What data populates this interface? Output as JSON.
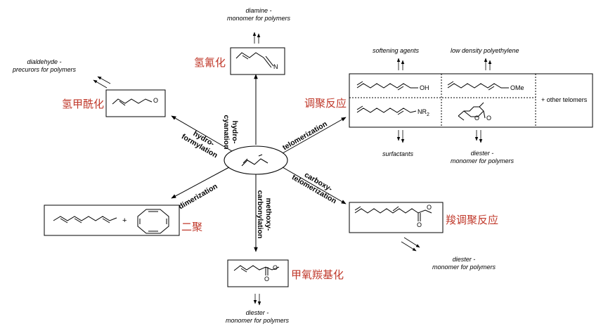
{
  "center": {
    "molecule_icon": "butadiene-molecule"
  },
  "reactions": {
    "hydrocyanation": {
      "label_line1": "hydro-",
      "label_line2": "cyanation",
      "cn_label": "氢氰化",
      "product_atom": "N",
      "use_line1": "diamine -",
      "use_line2": "monomer for polymers"
    },
    "hydroformylation": {
      "label_line1": "hydro-",
      "label_line2": "formylation",
      "cn_label": "氢甲酰化",
      "product_atom": "O",
      "use_line1": "dialdehyde -",
      "use_line2": "precurors for polymers"
    },
    "telomerization": {
      "label": "telomerization",
      "cn_label": "调聚反应",
      "products": {
        "alcohol": "OH",
        "ether": "OMe",
        "amine": "NR",
        "amine_sub": "2",
        "lactone_o1": "O",
        "lactone_o2": "O"
      },
      "other": "+ other telomers",
      "uses": {
        "softening": "softening agents",
        "ldpe": "low density polyethylene",
        "surfactants": "surfactants",
        "diester_line1": "diester -",
        "diester_line2": "monomer for polymers"
      }
    },
    "dimerization": {
      "label": "dimerization",
      "cn_label": "二聚",
      "plus": "+"
    },
    "methoxycarbonylation": {
      "label_line1": "methoxy-",
      "label_line2": "carbonylation",
      "cn_label": "甲氧羰基化",
      "o_double": "O",
      "o_ester": "O",
      "use_line1": "diester -",
      "use_line2": "monomer for polymers"
    },
    "carboxytelomerization": {
      "label_line1": "carboxy-",
      "label_line2": "telomerization",
      "cn_label": "羧调聚反应",
      "o_double": "O",
      "o_ester": "O",
      "use_line1": "diester -",
      "use_line2": "monomer for polymers"
    }
  }
}
